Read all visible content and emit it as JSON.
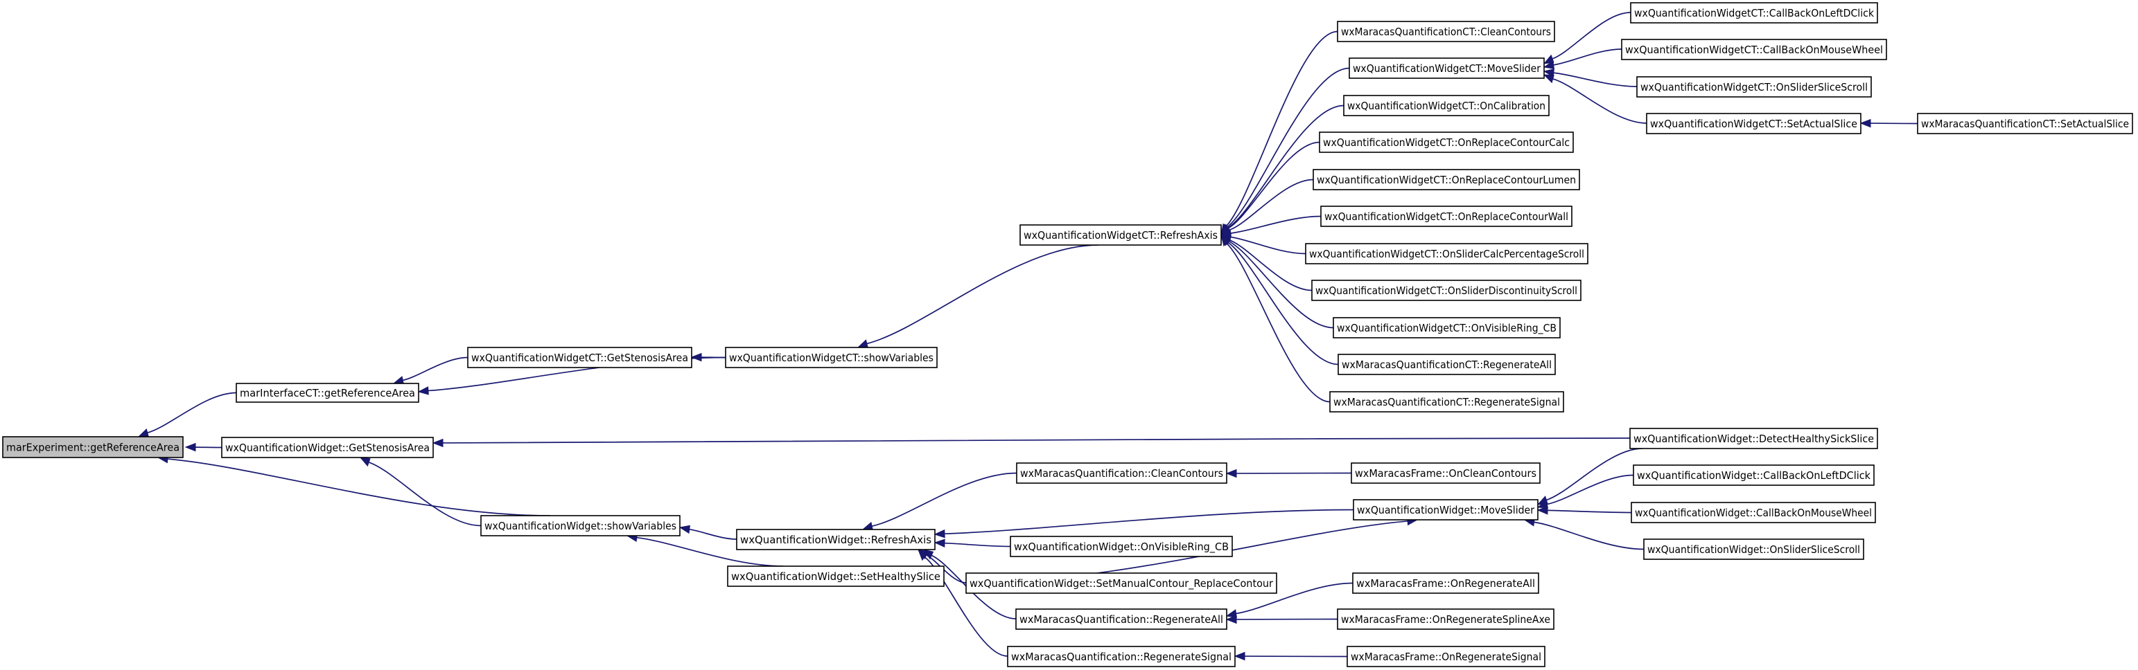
{
  "graph": {
    "nodes": [
      {
        "id": "root",
        "label": "marExperiment::getReferenceArea"
      },
      {
        "id": "mi_gra",
        "label": "marInterfaceCT::getReferenceArea"
      },
      {
        "id": "qw_gsa",
        "label": "wxQuantificationWidget::GetStenosisArea"
      },
      {
        "id": "qwct_gsa",
        "label": "wxQuantificationWidgetCT::GetStenosisArea"
      },
      {
        "id": "qwct_sv",
        "label": "wxQuantificationWidgetCT::showVariables"
      },
      {
        "id": "qwct_ra",
        "label": "wxQuantificationWidgetCT::RefreshAxis"
      },
      {
        "id": "mqct_cc",
        "label": "wxMaracasQuantificationCT::CleanContours"
      },
      {
        "id": "qwct_ms",
        "label": "wxQuantificationWidgetCT::MoveSlider"
      },
      {
        "id": "qwct_cal",
        "label": "wxQuantificationWidgetCT::OnCalibration"
      },
      {
        "id": "qwct_rcc",
        "label": "wxQuantificationWidgetCT::OnReplaceContourCalc"
      },
      {
        "id": "qwct_rcl",
        "label": "wxQuantificationWidgetCT::OnReplaceContourLumen"
      },
      {
        "id": "qwct_rcw",
        "label": "wxQuantificationWidgetCT::OnReplaceContourWall"
      },
      {
        "id": "qwct_scp",
        "label": "wxQuantificationWidgetCT::OnSliderCalcPercentageScroll"
      },
      {
        "id": "qwct_sds",
        "label": "wxQuantificationWidgetCT::OnSliderDiscontinuityScroll"
      },
      {
        "id": "qwct_vr",
        "label": "wxQuantificationWidgetCT::OnVisibleRing_CB"
      },
      {
        "id": "mqct_rga",
        "label": "wxMaracasQuantificationCT::RegenerateAll"
      },
      {
        "id": "mqct_rgs",
        "label": "wxMaracasQuantificationCT::RegenerateSignal"
      },
      {
        "id": "qwct_cbld",
        "label": "wxQuantificationWidgetCT::CallBackOnLeftDClick"
      },
      {
        "id": "qwct_cbmw",
        "label": "wxQuantificationWidgetCT::CallBackOnMouseWheel"
      },
      {
        "id": "qwct_sss",
        "label": "wxQuantificationWidgetCT::OnSliderSliceScroll"
      },
      {
        "id": "qwct_sas",
        "label": "wxQuantificationWidgetCT::SetActualSlice"
      },
      {
        "id": "mqct_sas",
        "label": "wxMaracasQuantificationCT::SetActualSlice"
      },
      {
        "id": "qw_dhs",
        "label": "wxQuantificationWidget::DetectHealthySickSlice"
      },
      {
        "id": "qw_sv",
        "label": "wxQuantificationWidget::showVariables"
      },
      {
        "id": "qw_ra",
        "label": "wxQuantificationWidget::RefreshAxis"
      },
      {
        "id": "qw_shs",
        "label": "wxQuantificationWidget::SetHealthySlice"
      },
      {
        "id": "mq_cc",
        "label": "wxMaracasQuantification::CleanContours"
      },
      {
        "id": "mf_occ",
        "label": "wxMaracasFrame::OnCleanContours"
      },
      {
        "id": "qw_ms",
        "label": "wxQuantificationWidget::MoveSlider"
      },
      {
        "id": "qw_vr",
        "label": "wxQuantificationWidget::OnVisibleRing_CB"
      },
      {
        "id": "qw_smc",
        "label": "wxQuantificationWidget::SetManualContour_ReplaceContour"
      },
      {
        "id": "mq_rga",
        "label": "wxMaracasQuantification::RegenerateAll"
      },
      {
        "id": "mq_rgs",
        "label": "wxMaracasQuantification::RegenerateSignal"
      },
      {
        "id": "mf_orga",
        "label": "wxMaracasFrame::OnRegenerateAll"
      },
      {
        "id": "mf_orsa",
        "label": "wxMaracasFrame::OnRegenerateSplineAxe"
      },
      {
        "id": "mf_orgs",
        "label": "wxMaracasFrame::OnRegenerateSignal"
      },
      {
        "id": "qw_cbld",
        "label": "wxQuantificationWidget::CallBackOnLeftDClick"
      },
      {
        "id": "qw_cbmw",
        "label": "wxQuantificationWidget::CallBackOnMouseWheel"
      },
      {
        "id": "qw_sss",
        "label": "wxQuantificationWidget::OnSliderSliceScroll"
      }
    ],
    "edges": [
      {
        "from": "mi_gra",
        "to": "root"
      },
      {
        "from": "qw_gsa",
        "to": "root"
      },
      {
        "from": "qw_sv",
        "to": "root"
      },
      {
        "from": "qwct_gsa",
        "to": "mi_gra"
      },
      {
        "from": "qwct_sv",
        "to": "mi_gra"
      },
      {
        "from": "qwct_sv",
        "to": "qwct_gsa"
      },
      {
        "from": "qwct_ra",
        "to": "qwct_sv"
      },
      {
        "from": "mqct_cc",
        "to": "qwct_ra"
      },
      {
        "from": "qwct_ms",
        "to": "qwct_ra"
      },
      {
        "from": "qwct_cal",
        "to": "qwct_ra"
      },
      {
        "from": "qwct_rcc",
        "to": "qwct_ra"
      },
      {
        "from": "qwct_rcl",
        "to": "qwct_ra"
      },
      {
        "from": "qwct_rcw",
        "to": "qwct_ra"
      },
      {
        "from": "qwct_scp",
        "to": "qwct_ra"
      },
      {
        "from": "qwct_sds",
        "to": "qwct_ra"
      },
      {
        "from": "qwct_vr",
        "to": "qwct_ra"
      },
      {
        "from": "mqct_rga",
        "to": "qwct_ra"
      },
      {
        "from": "mqct_rgs",
        "to": "qwct_ra"
      },
      {
        "from": "qwct_cbld",
        "to": "qwct_ms"
      },
      {
        "from": "qwct_cbmw",
        "to": "qwct_ms"
      },
      {
        "from": "qwct_sss",
        "to": "qwct_ms"
      },
      {
        "from": "qwct_sas",
        "to": "qwct_ms"
      },
      {
        "from": "mqct_sas",
        "to": "qwct_sas"
      },
      {
        "from": "qw_dhs",
        "to": "qw_gsa"
      },
      {
        "from": "qw_sv",
        "to": "qw_gsa"
      },
      {
        "from": "qw_ra",
        "to": "qw_sv"
      },
      {
        "from": "qw_shs",
        "to": "qw_sv"
      },
      {
        "from": "mq_cc",
        "to": "qw_ra"
      },
      {
        "from": "qw_ms",
        "to": "qw_ra"
      },
      {
        "from": "qw_vr",
        "to": "qw_ra"
      },
      {
        "from": "qw_smc",
        "to": "qw_ra"
      },
      {
        "from": "mq_rga",
        "to": "qw_ra"
      },
      {
        "from": "mq_rgs",
        "to": "qw_ra"
      },
      {
        "from": "mf_occ",
        "to": "mq_cc"
      },
      {
        "from": "qw_smc",
        "to": "qw_ms"
      },
      {
        "from": "qw_dhs",
        "to": "qw_ms"
      },
      {
        "from": "qw_cbld",
        "to": "qw_ms"
      },
      {
        "from": "qw_cbmw",
        "to": "qw_ms"
      },
      {
        "from": "qw_sss",
        "to": "qw_ms"
      },
      {
        "from": "mf_orga",
        "to": "mq_rga"
      },
      {
        "from": "mf_orsa",
        "to": "mq_rga"
      },
      {
        "from": "mf_orgs",
        "to": "mq_rgs"
      }
    ]
  }
}
